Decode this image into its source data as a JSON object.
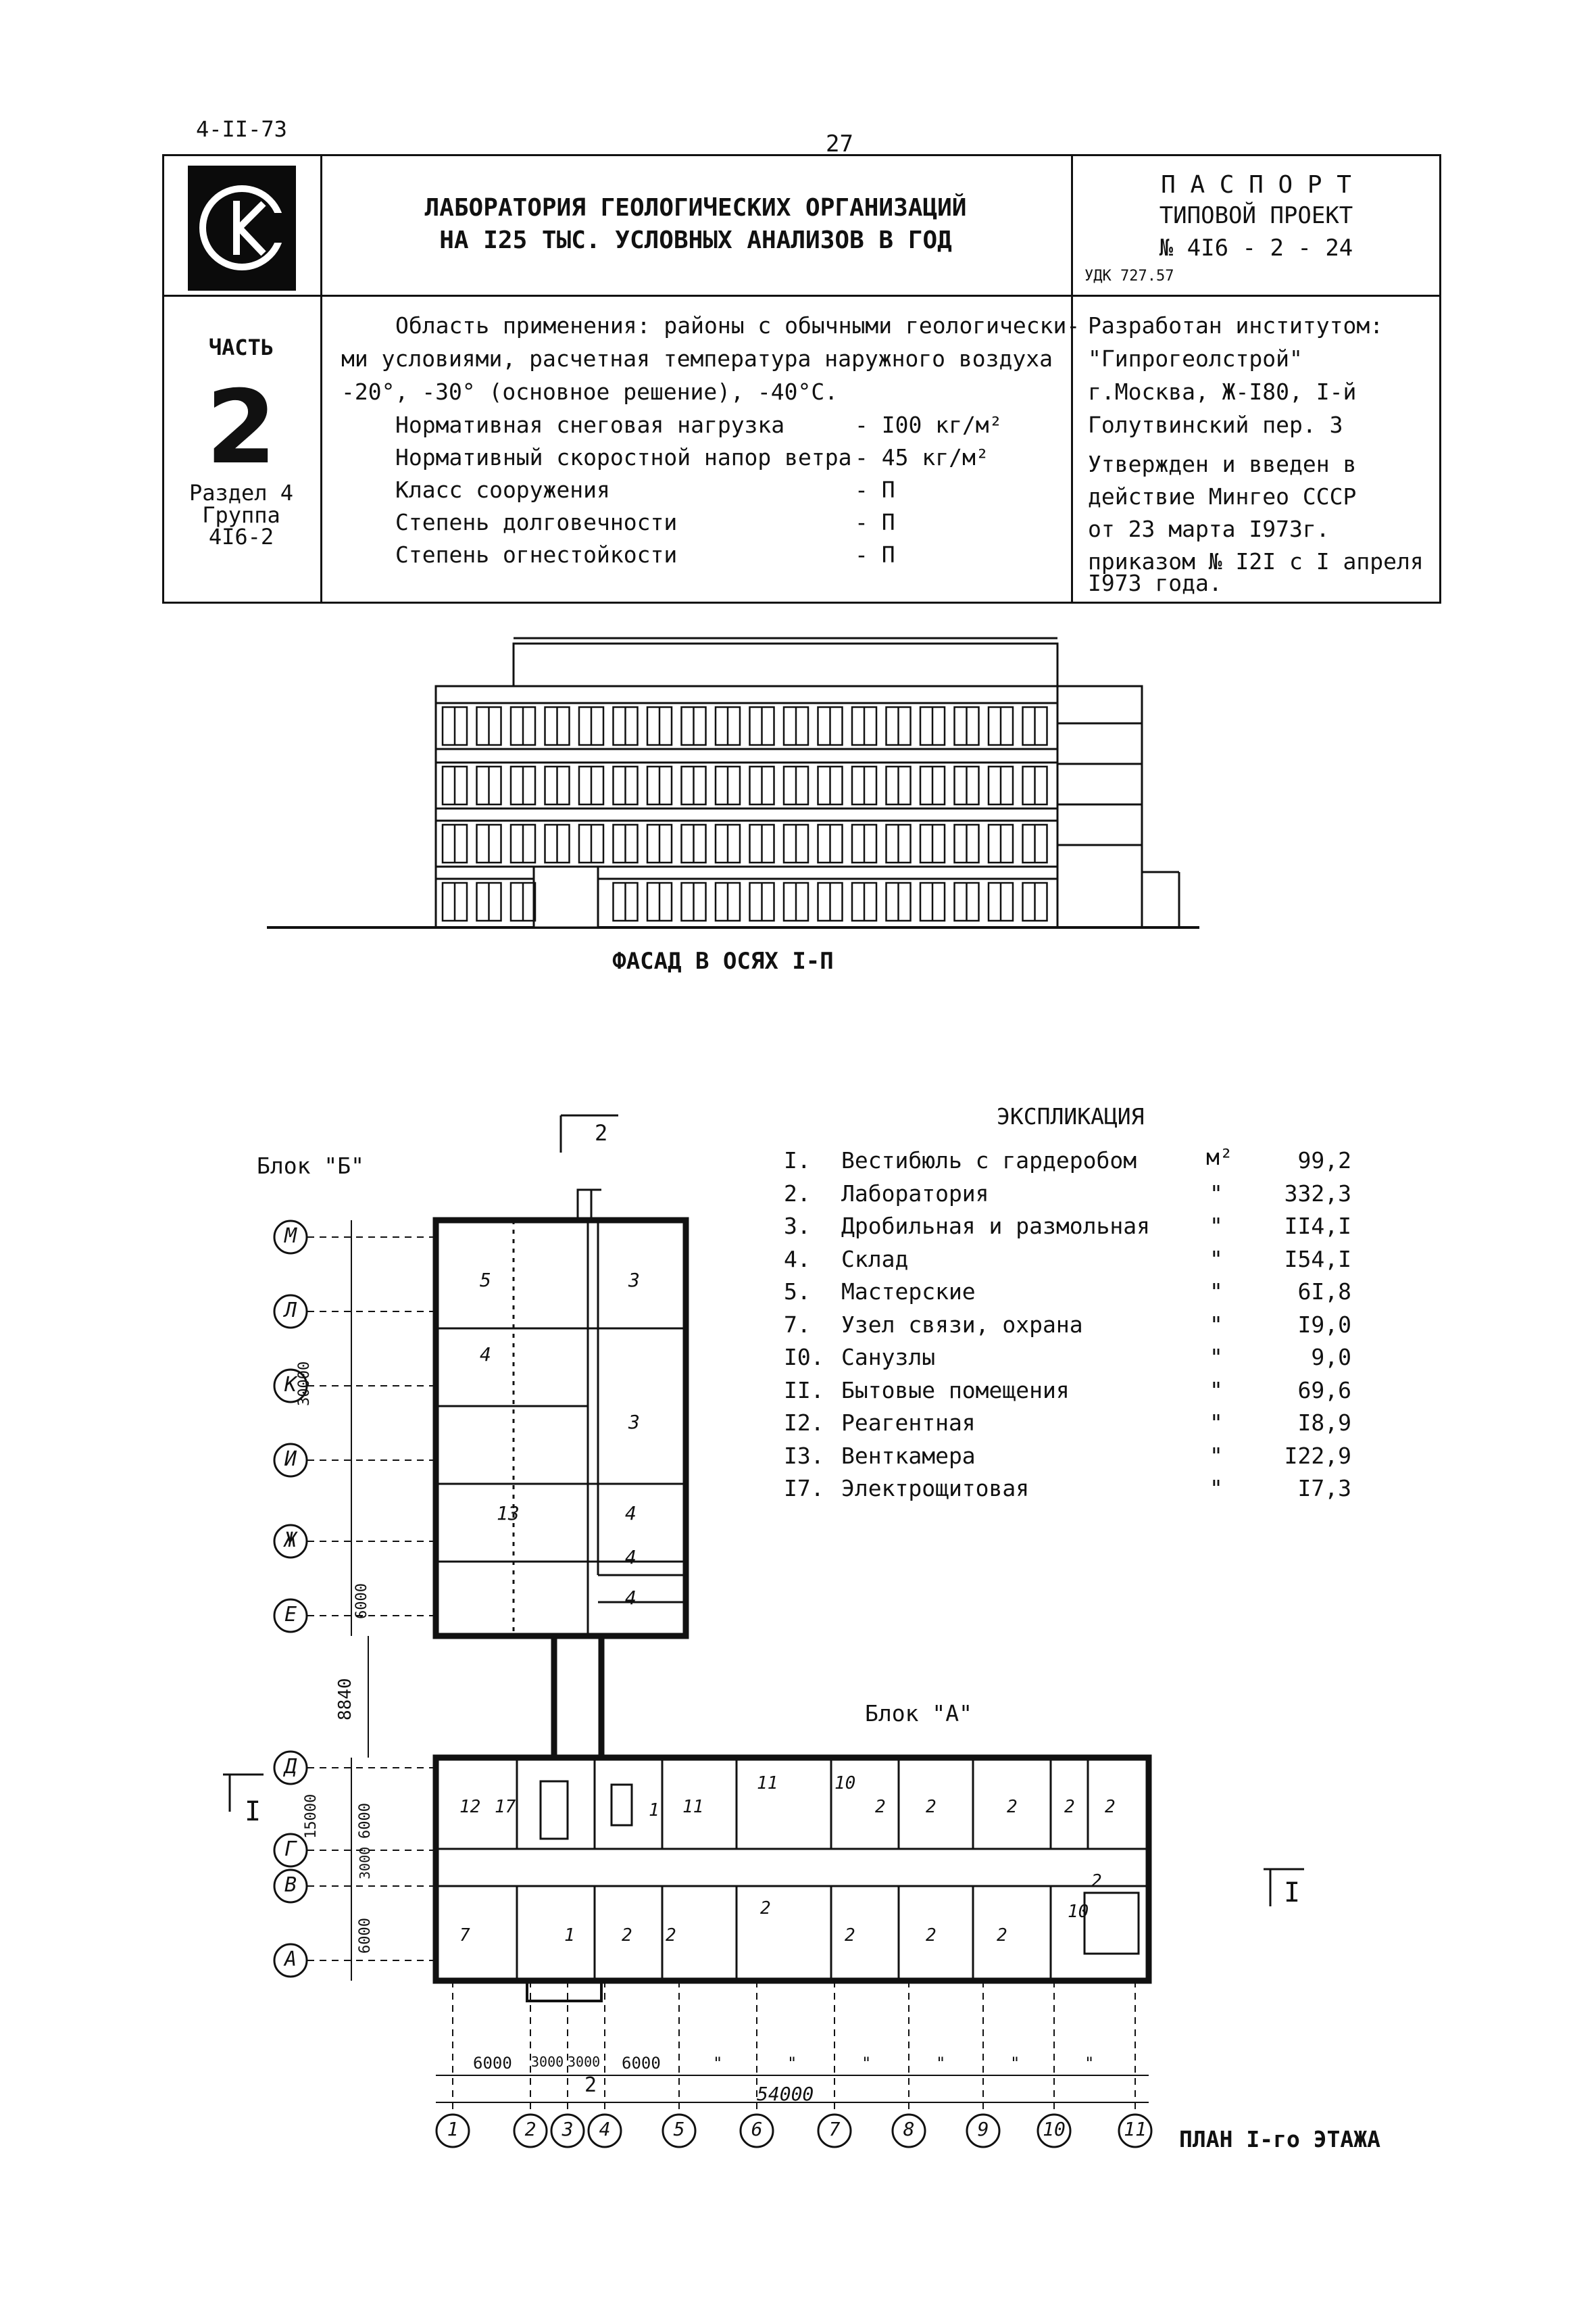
{
  "doc_code": "4-II-73",
  "page_number": "27",
  "title_line1": "ЛАБОРАТОРИЯ ГЕОЛОГИЧЕСКИХ ОРГАНИЗАЦИЙ",
  "title_line2": "НА  I25 ТЫС. УСЛОВНЫХ  АНАЛИЗОВ В ГОД",
  "passport": {
    "line1": "П А С П О Р Т",
    "line2": "ТИПОВОЙ ПРОЕКТ",
    "line3": "№ 4I6 - 2 - 24",
    "udk": "УДК 727.57"
  },
  "part": {
    "label": "ЧАСТЬ",
    "number": "2",
    "section": "Раздел 4",
    "group": "Группа",
    "group_code": "4I6-2"
  },
  "application": {
    "line1": "Область применения: районы с обычными геологически-",
    "line2": "ми условиями, расчетная температура наружного воздуха",
    "line3": "-20°, -30° (основное решение), -40°С."
  },
  "params": [
    {
      "label": "Нормативная снеговая нагрузка",
      "value": "- I00 кг/м²"
    },
    {
      "label": "Нормативный скоростной напор ветра",
      "value": "- 45 кг/м²"
    },
    {
      "label": "Класс сооружения",
      "value": "- П"
    },
    {
      "label": "Степень долговечности",
      "value": "- П"
    },
    {
      "label": "Степень огнестойкости",
      "value": "- П"
    }
  ],
  "developer": {
    "line1": "Разработан институтом:",
    "line2": "\"Гипрогеолстрой\"",
    "line3": "г.Москва, Ж-I80, I-й",
    "line4": "Голутвинский пер. 3"
  },
  "approval": {
    "line1": "Утвержден и введен в",
    "line2": "действие Мингео СССР",
    "line3": "от 23 марта I973г.",
    "line4": "приказом № I2I с I апреля",
    "line5": "I973 года."
  },
  "facade_caption": "ФАСАД В ОСЯХ  I-П",
  "explication": {
    "title": "ЭКСПЛИКАЦИЯ",
    "unit": "м²",
    "rows": [
      {
        "num": "I.",
        "name": "Вестибюль с гардеробом",
        "mark": "",
        "area": "99,2"
      },
      {
        "num": "2.",
        "name": "Лаборатория",
        "mark": "\"",
        "area": "332,3"
      },
      {
        "num": "3.",
        "name": "Дробильная и размольная",
        "mark": "\"",
        "area": "II4,I"
      },
      {
        "num": "4.",
        "name": "Склад",
        "mark": "\"",
        "area": "I54,I"
      },
      {
        "num": "5.",
        "name": "Мастерские",
        "mark": "\"",
        "area": "6I,8"
      },
      {
        "num": "7.",
        "name": "Узел связи, охрана",
        "mark": "\"",
        "area": "I9,0"
      },
      {
        "num": "I0.",
        "name": "Санузлы",
        "mark": "\"",
        "area": "9,0"
      },
      {
        "num": "II.",
        "name": "Бытовые помещения",
        "mark": "\"",
        "area": "69,6"
      },
      {
        "num": "I2.",
        "name": "Реагентная",
        "mark": "\"",
        "area": "I8,9"
      },
      {
        "num": "I3.",
        "name": "Венткамера",
        "mark": "\"",
        "area": "I22,9"
      },
      {
        "num": "I7.",
        "name": "Электрощитовая",
        "mark": "\"",
        "area": "I7,3"
      }
    ]
  },
  "plan": {
    "block_b": "Блок \"Б\"",
    "block_a": "Блок \"А\"",
    "caption": "ПЛАН I-го ЭТАЖА",
    "section_mark_top": "2",
    "section_mark_bottom": "2",
    "section_mark_left": "I",
    "section_mark_right": "I",
    "axes_letters": [
      "М",
      "Л",
      "К",
      "И",
      "Ж",
      "Е",
      "Д",
      "Г",
      "В",
      "А"
    ],
    "axes_numbers": [
      "1",
      "2",
      "3",
      "4",
      "5",
      "6",
      "7",
      "8",
      "9",
      "10",
      "11"
    ],
    "dims": {
      "d30000": "30000",
      "d6000_b": "6000",
      "d8840": "8840",
      "d15000": "15000",
      "d6000_a1": "6000",
      "d3000_a": "3000",
      "d6000_a2": "6000",
      "b1": "6000",
      "b2": "3000",
      "b3": "3000",
      "b4": "6000",
      "b5": "\"",
      "b6": "\"",
      "b7": "\"",
      "b8": "\"",
      "b9": "\"",
      "b10": "\"",
      "total": "54000"
    },
    "rooms_b": [
      "5",
      "3",
      "4",
      "3",
      "13",
      "4",
      "4",
      "4"
    ],
    "rooms_a": [
      "12",
      "17",
      "1",
      "11",
      "11",
      "10",
      "2",
      "2",
      "2",
      "2",
      "2",
      "7",
      "1",
      "2",
      "2",
      "2",
      "2",
      "2",
      "2",
      "10",
      "2"
    ]
  }
}
